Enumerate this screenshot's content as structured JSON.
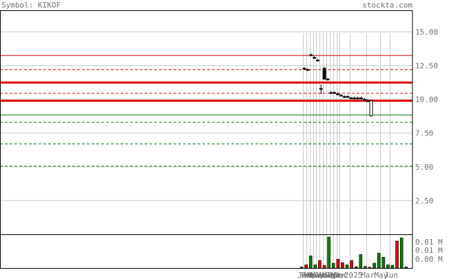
{
  "header": {
    "symbol_label": "Symbol: KIKOF",
    "site_label": "stockta.com"
  },
  "colors": {
    "grid": "#c8c8c8",
    "frame": "#000000",
    "resistance": "#e00000",
    "support": "#007000",
    "candle": "#000000",
    "volume_up": "#008000",
    "volume_down": "#e00000",
    "text": "#707070",
    "background": "#ffffff"
  },
  "chart_data": {
    "type": "candlestick",
    "price_axis": {
      "ylim": [
        0,
        16.6
      ],
      "ticks": [
        2.5,
        5.0,
        7.5,
        10.0,
        12.5,
        15.0
      ],
      "tick_labels": [
        "2.50",
        "5.00",
        "7.50",
        "10.00",
        "12.50",
        "15.00"
      ],
      "grid": true
    },
    "volume_axis": {
      "tick_labels": [
        "0.01 M",
        "0.01 M",
        "0.00 M"
      ]
    },
    "x_labels": [
      {
        "text": "Jan",
        "bar": 0
      },
      {
        "text": "Feb",
        "bar": 1
      },
      {
        "text": "Mar",
        "bar": 2
      },
      {
        "text": "Apr",
        "bar": 3
      },
      {
        "text": "May",
        "bar": 4
      },
      {
        "text": "Jun",
        "bar": 5
      },
      {
        "text": "Jul",
        "bar": 6
      },
      {
        "text": "Aug",
        "bar": 7
      },
      {
        "text": "Sep",
        "bar": 8
      },
      {
        "text": "Oct",
        "bar": 9
      },
      {
        "text": "Nov",
        "bar": 10
      },
      {
        "text": "Dec",
        "bar": 11
      },
      {
        "text": "2025",
        "bar": 14
      },
      {
        "text": "Mar",
        "bar": 19
      },
      {
        "text": "May",
        "bar": 23
      },
      {
        "text": "Jun",
        "bar": 26
      }
    ],
    "candles": [
      {
        "open": 12.3,
        "high": 12.4,
        "low": 12.2,
        "close": 12.3
      },
      {
        "open": 12.2,
        "high": 12.3,
        "low": 12.1,
        "close": 12.2
      },
      {
        "open": 13.3,
        "high": 13.4,
        "low": 13.2,
        "close": 13.3
      },
      {
        "open": 13.1,
        "high": 13.2,
        "low": 13.0,
        "close": 13.1
      },
      {
        "open": 12.9,
        "high": 13.0,
        "low": 12.8,
        "close": 12.9
      },
      {
        "open": 10.8,
        "high": 11.1,
        "low": 10.4,
        "close": 10.8
      },
      {
        "open": 12.3,
        "high": 12.4,
        "low": 11.5,
        "close": 11.5
      },
      {
        "open": 11.5,
        "high": 11.6,
        "low": 11.4,
        "close": 11.5
      },
      {
        "open": 10.5,
        "high": 10.6,
        "low": 10.4,
        "close": 10.5
      },
      {
        "open": 10.5,
        "high": 10.6,
        "low": 10.4,
        "close": 10.5
      },
      {
        "open": 10.4,
        "high": 10.5,
        "low": 10.3,
        "close": 10.4
      },
      {
        "open": 10.3,
        "high": 10.4,
        "low": 10.2,
        "close": 10.3
      },
      {
        "open": 10.2,
        "high": 10.3,
        "low": 10.1,
        "close": 10.2
      },
      {
        "open": 10.2,
        "high": 10.3,
        "low": 10.1,
        "close": 10.2
      },
      {
        "open": 10.1,
        "high": 10.2,
        "low": 10.0,
        "close": 10.1
      },
      {
        "open": 10.1,
        "high": 10.2,
        "low": 10.0,
        "close": 10.1
      },
      {
        "open": 10.1,
        "high": 10.2,
        "low": 10.0,
        "close": 10.1
      },
      {
        "open": 10.1,
        "high": 10.2,
        "low": 10.0,
        "close": 10.1
      },
      {
        "open": 10.0,
        "high": 10.1,
        "low": 9.9,
        "close": 10.0
      },
      {
        "open": 9.9,
        "high": 10.0,
        "low": 9.8,
        "close": 9.9
      },
      {
        "open": 8.8,
        "high": 9.9,
        "low": 8.7,
        "close": 9.9
      }
    ],
    "volumes": [
      {
        "value": 0.0004,
        "up": true
      },
      {
        "value": 0.0012,
        "up": false
      },
      {
        "value": 0.0045,
        "up": true
      },
      {
        "value": 0.0012,
        "up": true
      },
      {
        "value": 0.0028,
        "up": false
      },
      {
        "value": 0.001,
        "up": false
      },
      {
        "value": 0.0115,
        "up": true
      },
      {
        "value": 0.0018,
        "up": true
      },
      {
        "value": 0.0033,
        "up": false
      },
      {
        "value": 0.002,
        "up": false
      },
      {
        "value": 0.0012,
        "up": true
      },
      {
        "value": 0.0028,
        "up": false
      },
      {
        "value": 0.0005,
        "up": true
      },
      {
        "value": 0.005,
        "up": true
      },
      {
        "value": 0.0006,
        "up": true
      },
      {
        "value": 0.0003,
        "up": false
      },
      {
        "value": 0.0018,
        "up": true
      },
      {
        "value": 0.0055,
        "up": true
      },
      {
        "value": 0.004,
        "up": true
      },
      {
        "value": 0.0012,
        "up": true
      },
      {
        "value": 0.001,
        "up": true
      },
      {
        "value": 0.01,
        "up": false
      },
      {
        "value": 0.0112,
        "up": true
      },
      {
        "value": 0.0004,
        "up": true
      }
    ],
    "levels": [
      {
        "value": 13.25,
        "kind": "resistance",
        "style": "solid",
        "weight": "thin"
      },
      {
        "value": 12.2,
        "kind": "resistance",
        "style": "dashed",
        "weight": "thin"
      },
      {
        "value": 11.25,
        "kind": "resistance",
        "style": "solid",
        "weight": "thick"
      },
      {
        "value": 10.45,
        "kind": "resistance",
        "style": "dashed",
        "weight": "thin"
      },
      {
        "value": 9.9,
        "kind": "resistance",
        "style": "solid",
        "weight": "thick"
      },
      {
        "value": 8.85,
        "kind": "support",
        "style": "solid",
        "weight": "thin"
      },
      {
        "value": 8.3,
        "kind": "support",
        "style": "dashed",
        "weight": "thin"
      },
      {
        "value": 6.7,
        "kind": "support",
        "style": "dashed",
        "weight": "thin"
      },
      {
        "value": 5.05,
        "kind": "support",
        "style": "dashed",
        "weight": "thin"
      }
    ]
  }
}
